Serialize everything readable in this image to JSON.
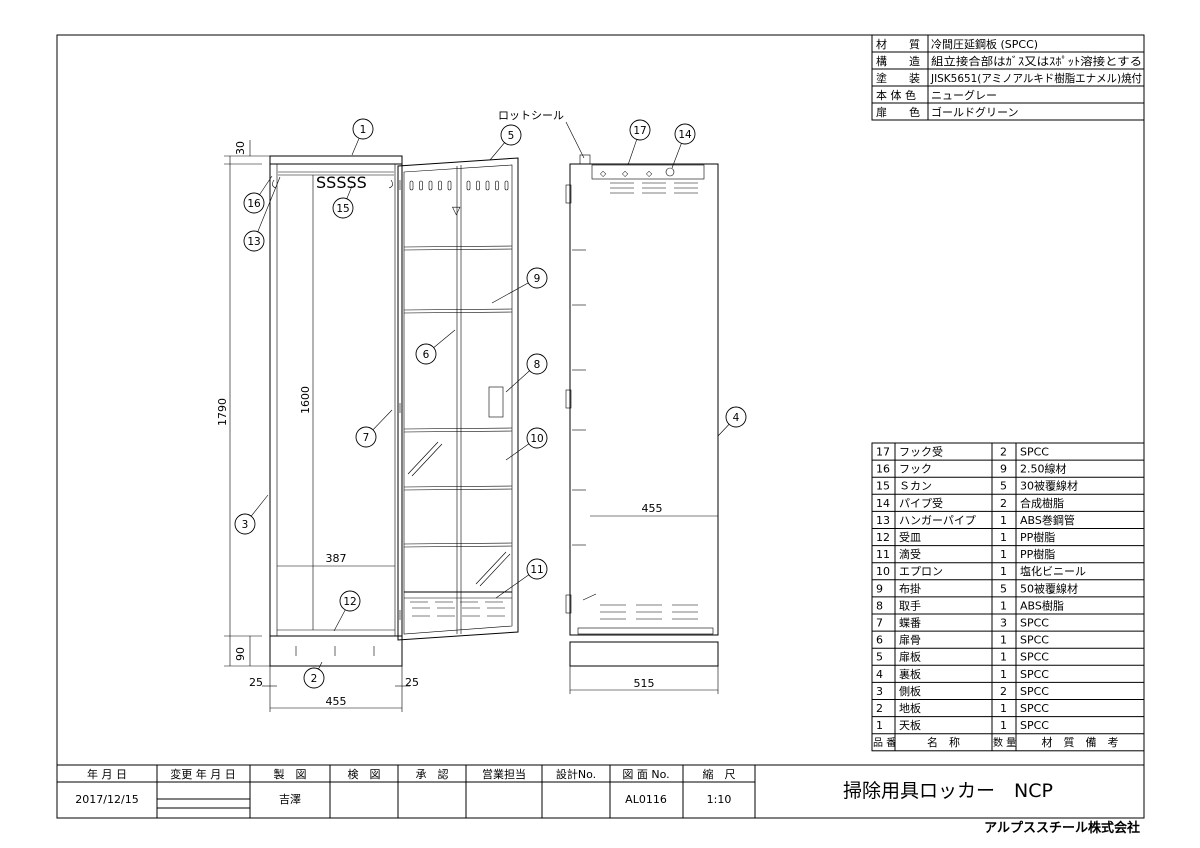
{
  "spec": [
    {
      "label": "材　　質",
      "value": "冷間圧延鋼板 (SPCC)"
    },
    {
      "label": "構　　造",
      "value": "組立接合部はｶﾞｽ又はｽﾎﾟｯﾄ溶接とする"
    },
    {
      "label": "塗　　装",
      "value": "JISK5651(アミノアルキド樹脂エナメル)焼付"
    },
    {
      "label": "本 体 色",
      "value": "ニューグレー"
    },
    {
      "label": "扉　　色",
      "value": "ゴールドグリーン"
    }
  ],
  "parts": [
    {
      "no": "17",
      "name": "フック受",
      "qty": "2",
      "material": "SPCC"
    },
    {
      "no": "16",
      "name": "フック",
      "qty": "9",
      "material": "2.50線材"
    },
    {
      "no": "15",
      "name": "Ｓカン",
      "qty": "5",
      "material": "30被覆線材"
    },
    {
      "no": "14",
      "name": "パイプ受",
      "qty": "2",
      "material": "合成樹脂"
    },
    {
      "no": "13",
      "name": "ハンガーパイプ",
      "qty": "1",
      "material": "ABS巻鋼管"
    },
    {
      "no": "12",
      "name": "受皿",
      "qty": "1",
      "material": "PP樹脂"
    },
    {
      "no": "11",
      "name": "滴受",
      "qty": "1",
      "material": "PP樹脂"
    },
    {
      "no": "10",
      "name": "エプロン",
      "qty": "1",
      "material": "塩化ビニール"
    },
    {
      "no": "9",
      "name": "布掛",
      "qty": "5",
      "material": "50被覆線材"
    },
    {
      "no": "8",
      "name": "取手",
      "qty": "1",
      "material": "ABS樹脂"
    },
    {
      "no": "7",
      "name": "蝶番",
      "qty": "3",
      "material": "SPCC"
    },
    {
      "no": "6",
      "name": "扉骨",
      "qty": "1",
      "material": "SPCC"
    },
    {
      "no": "5",
      "name": "扉板",
      "qty": "1",
      "material": "SPCC"
    },
    {
      "no": "4",
      "name": "裏板",
      "qty": "1",
      "material": "SPCC"
    },
    {
      "no": "3",
      "name": "側板",
      "qty": "2",
      "material": "SPCC"
    },
    {
      "no": "2",
      "name": "地板",
      "qty": "1",
      "material": "SPCC"
    },
    {
      "no": "1",
      "name": "天板",
      "qty": "1",
      "material": "SPCC"
    }
  ],
  "parts_header": {
    "no": "品 番",
    "name": "名　称",
    "qty": "数 量",
    "material": "材　質　備　考"
  },
  "dims": {
    "top": "30",
    "height": "1790",
    "inner_height": "1600",
    "inner_width": "387",
    "bottom": "90",
    "left_margin": "25",
    "right_margin": "25",
    "width": "455",
    "side_width": "455",
    "depth": "515"
  },
  "callouts": [
    "1",
    "2",
    "3",
    "4",
    "5",
    "6",
    "7",
    "8",
    "9",
    "10",
    "11",
    "12",
    "13",
    "14",
    "15",
    "16",
    "17"
  ],
  "seal_label": "ロットシール",
  "hooks_text": "SSSSS",
  "title_block": {
    "headers": [
      "年 月 日",
      "変更 年 月 日",
      "製　図",
      "検　図",
      "承　認",
      "営業担当",
      "設計No.",
      "図 面 No.",
      "縮　尺"
    ],
    "values": {
      "date": "2017/12/15",
      "drawn_by": "吉澤",
      "drawing_no": "AL0116",
      "scale": "1:10"
    },
    "title": "掃除用具ロッカー　NCP",
    "company": "アルプススチール株式会社"
  }
}
